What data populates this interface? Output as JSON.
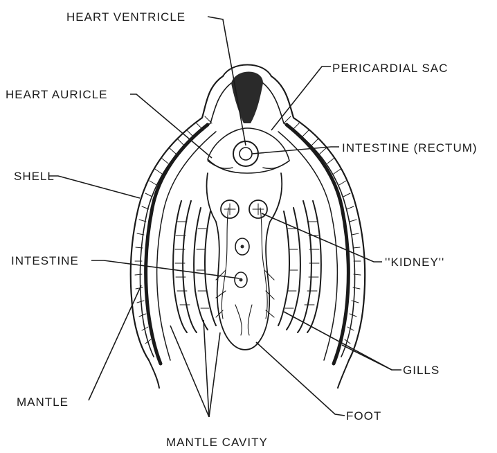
{
  "labels": {
    "heart_ventricle": "HEART VENTRICLE",
    "pericardial_sac": "PERICARDIAL SAC",
    "heart_auricle": "HEART AURICLE",
    "intestine_rectum": "INTESTINE (RECTUM)",
    "shell": "SHELL",
    "intestine": "INTESTINE",
    "kidney": "''KIDNEY''",
    "gills": "GILLS",
    "mantle": "MANTLE",
    "foot": "FOOT",
    "mantle_cavity": "MANTLE CAVITY"
  }
}
